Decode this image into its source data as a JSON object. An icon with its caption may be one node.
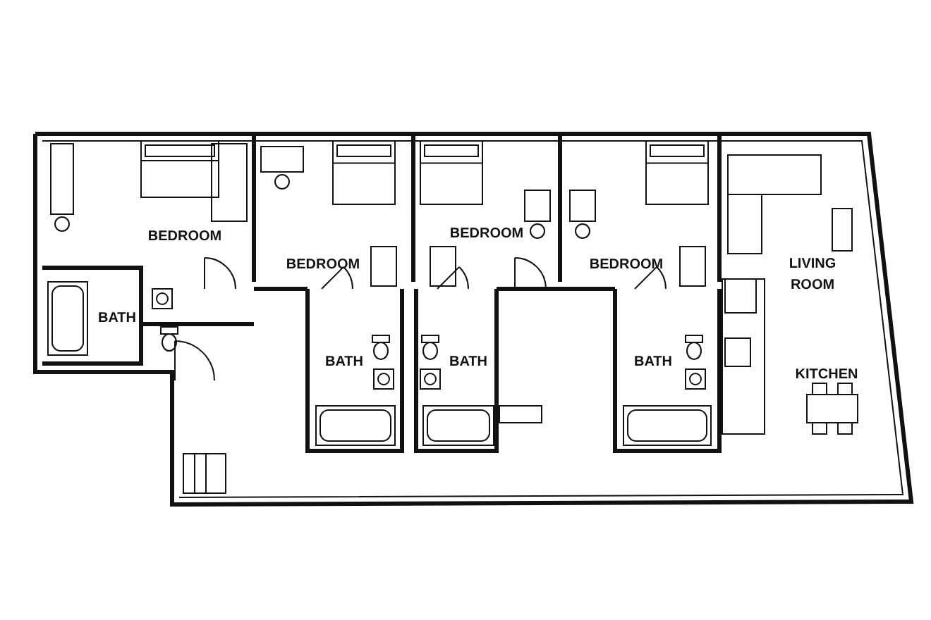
{
  "diagram": {
    "labels": [
      "BEDROOM",
      "BEDROOM",
      "BEDROOM",
      "BEDROOM",
      "LIVING ROOM",
      "BATH",
      "BATH",
      "BATH",
      "KITCHEN",
      "BATH"
    ]
  }
}
